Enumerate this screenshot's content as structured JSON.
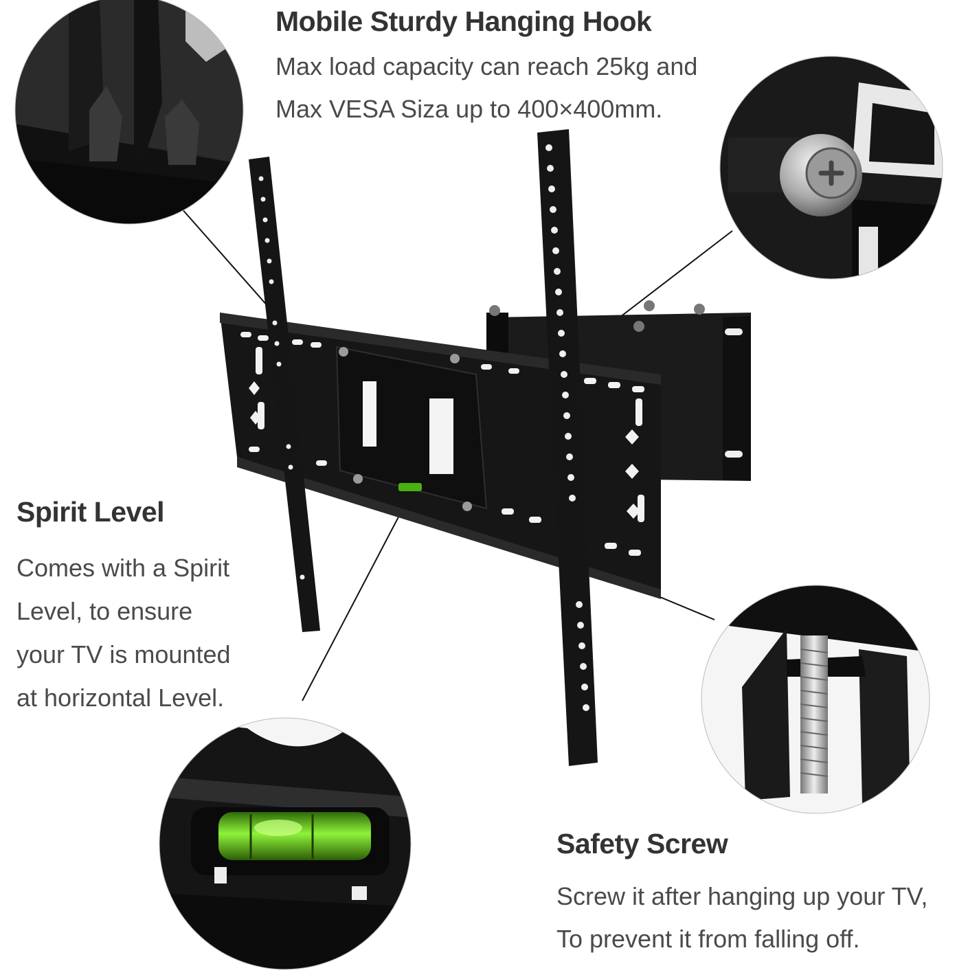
{
  "hook": {
    "title": "Mobile  Sturdy Hanging Hook",
    "lines": [
      "Max load capacity can reach 25kg and",
      "Max VESA Siza up to 400×400mm."
    ]
  },
  "spirit_level": {
    "title": "Spirit Level",
    "lines": [
      "Comes with a Spirit",
      "Level, to ensure",
      "your TV is mounted",
      "at horizontal Level."
    ]
  },
  "safety_screw": {
    "title": "Safety Screw",
    "lines": [
      "Screw it after hanging up your TV,",
      "To prevent it from falling off."
    ]
  },
  "colors": {
    "background": "#ffffff",
    "metal": "#141414",
    "bubble_green": "#6edc1a",
    "text": "#3a3a3a"
  }
}
